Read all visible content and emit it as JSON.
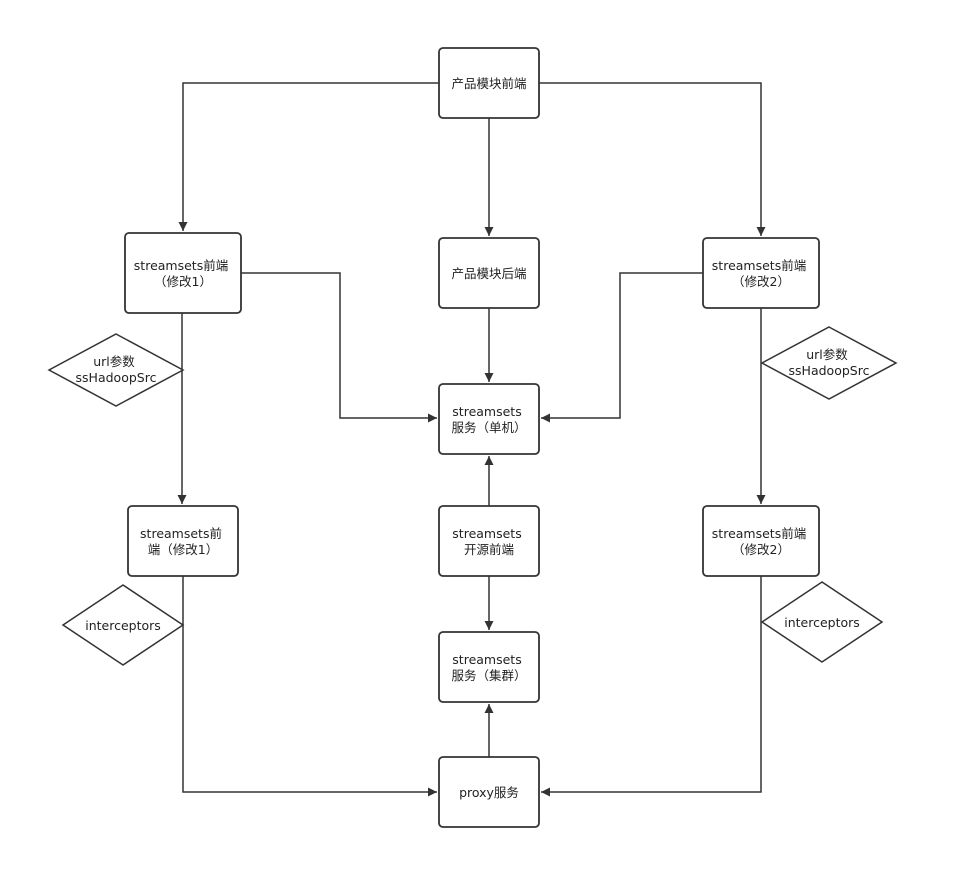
{
  "nodes": {
    "product_frontend": {
      "lines": [
        "产品模块前端"
      ]
    },
    "product_backend": {
      "lines": [
        "产品模块后端"
      ]
    },
    "ss_frontend_mod1_top": {
      "lines": [
        "streamsets前端",
        "（修改1）"
      ]
    },
    "ss_frontend_mod2_top": {
      "lines": [
        "streamsets前端",
        "（修改2）"
      ]
    },
    "ss_service_single": {
      "lines": [
        "streamsets",
        "服务（单机）"
      ]
    },
    "ss_frontend_mod1_bottom": {
      "lines": [
        "streamsets前",
        "端（修改1）"
      ]
    },
    "ss_opensource_frontend": {
      "lines": [
        "streamsets",
        "开源前端"
      ]
    },
    "ss_frontend_mod2_bottom": {
      "lines": [
        "streamsets前端",
        "（修改2）"
      ]
    },
    "ss_service_cluster": {
      "lines": [
        "streamsets",
        "服务（集群）"
      ]
    },
    "proxy_service": {
      "lines": [
        "proxy服务"
      ]
    },
    "url_param_left": {
      "lines": [
        "url参数",
        "ssHadoopSrc"
      ]
    },
    "url_param_right": {
      "lines": [
        "url参数",
        "ssHadoopSrc"
      ]
    },
    "interceptors_left": {
      "lines": [
        "interceptors"
      ]
    },
    "interceptors_right": {
      "lines": [
        "interceptors"
      ]
    }
  }
}
